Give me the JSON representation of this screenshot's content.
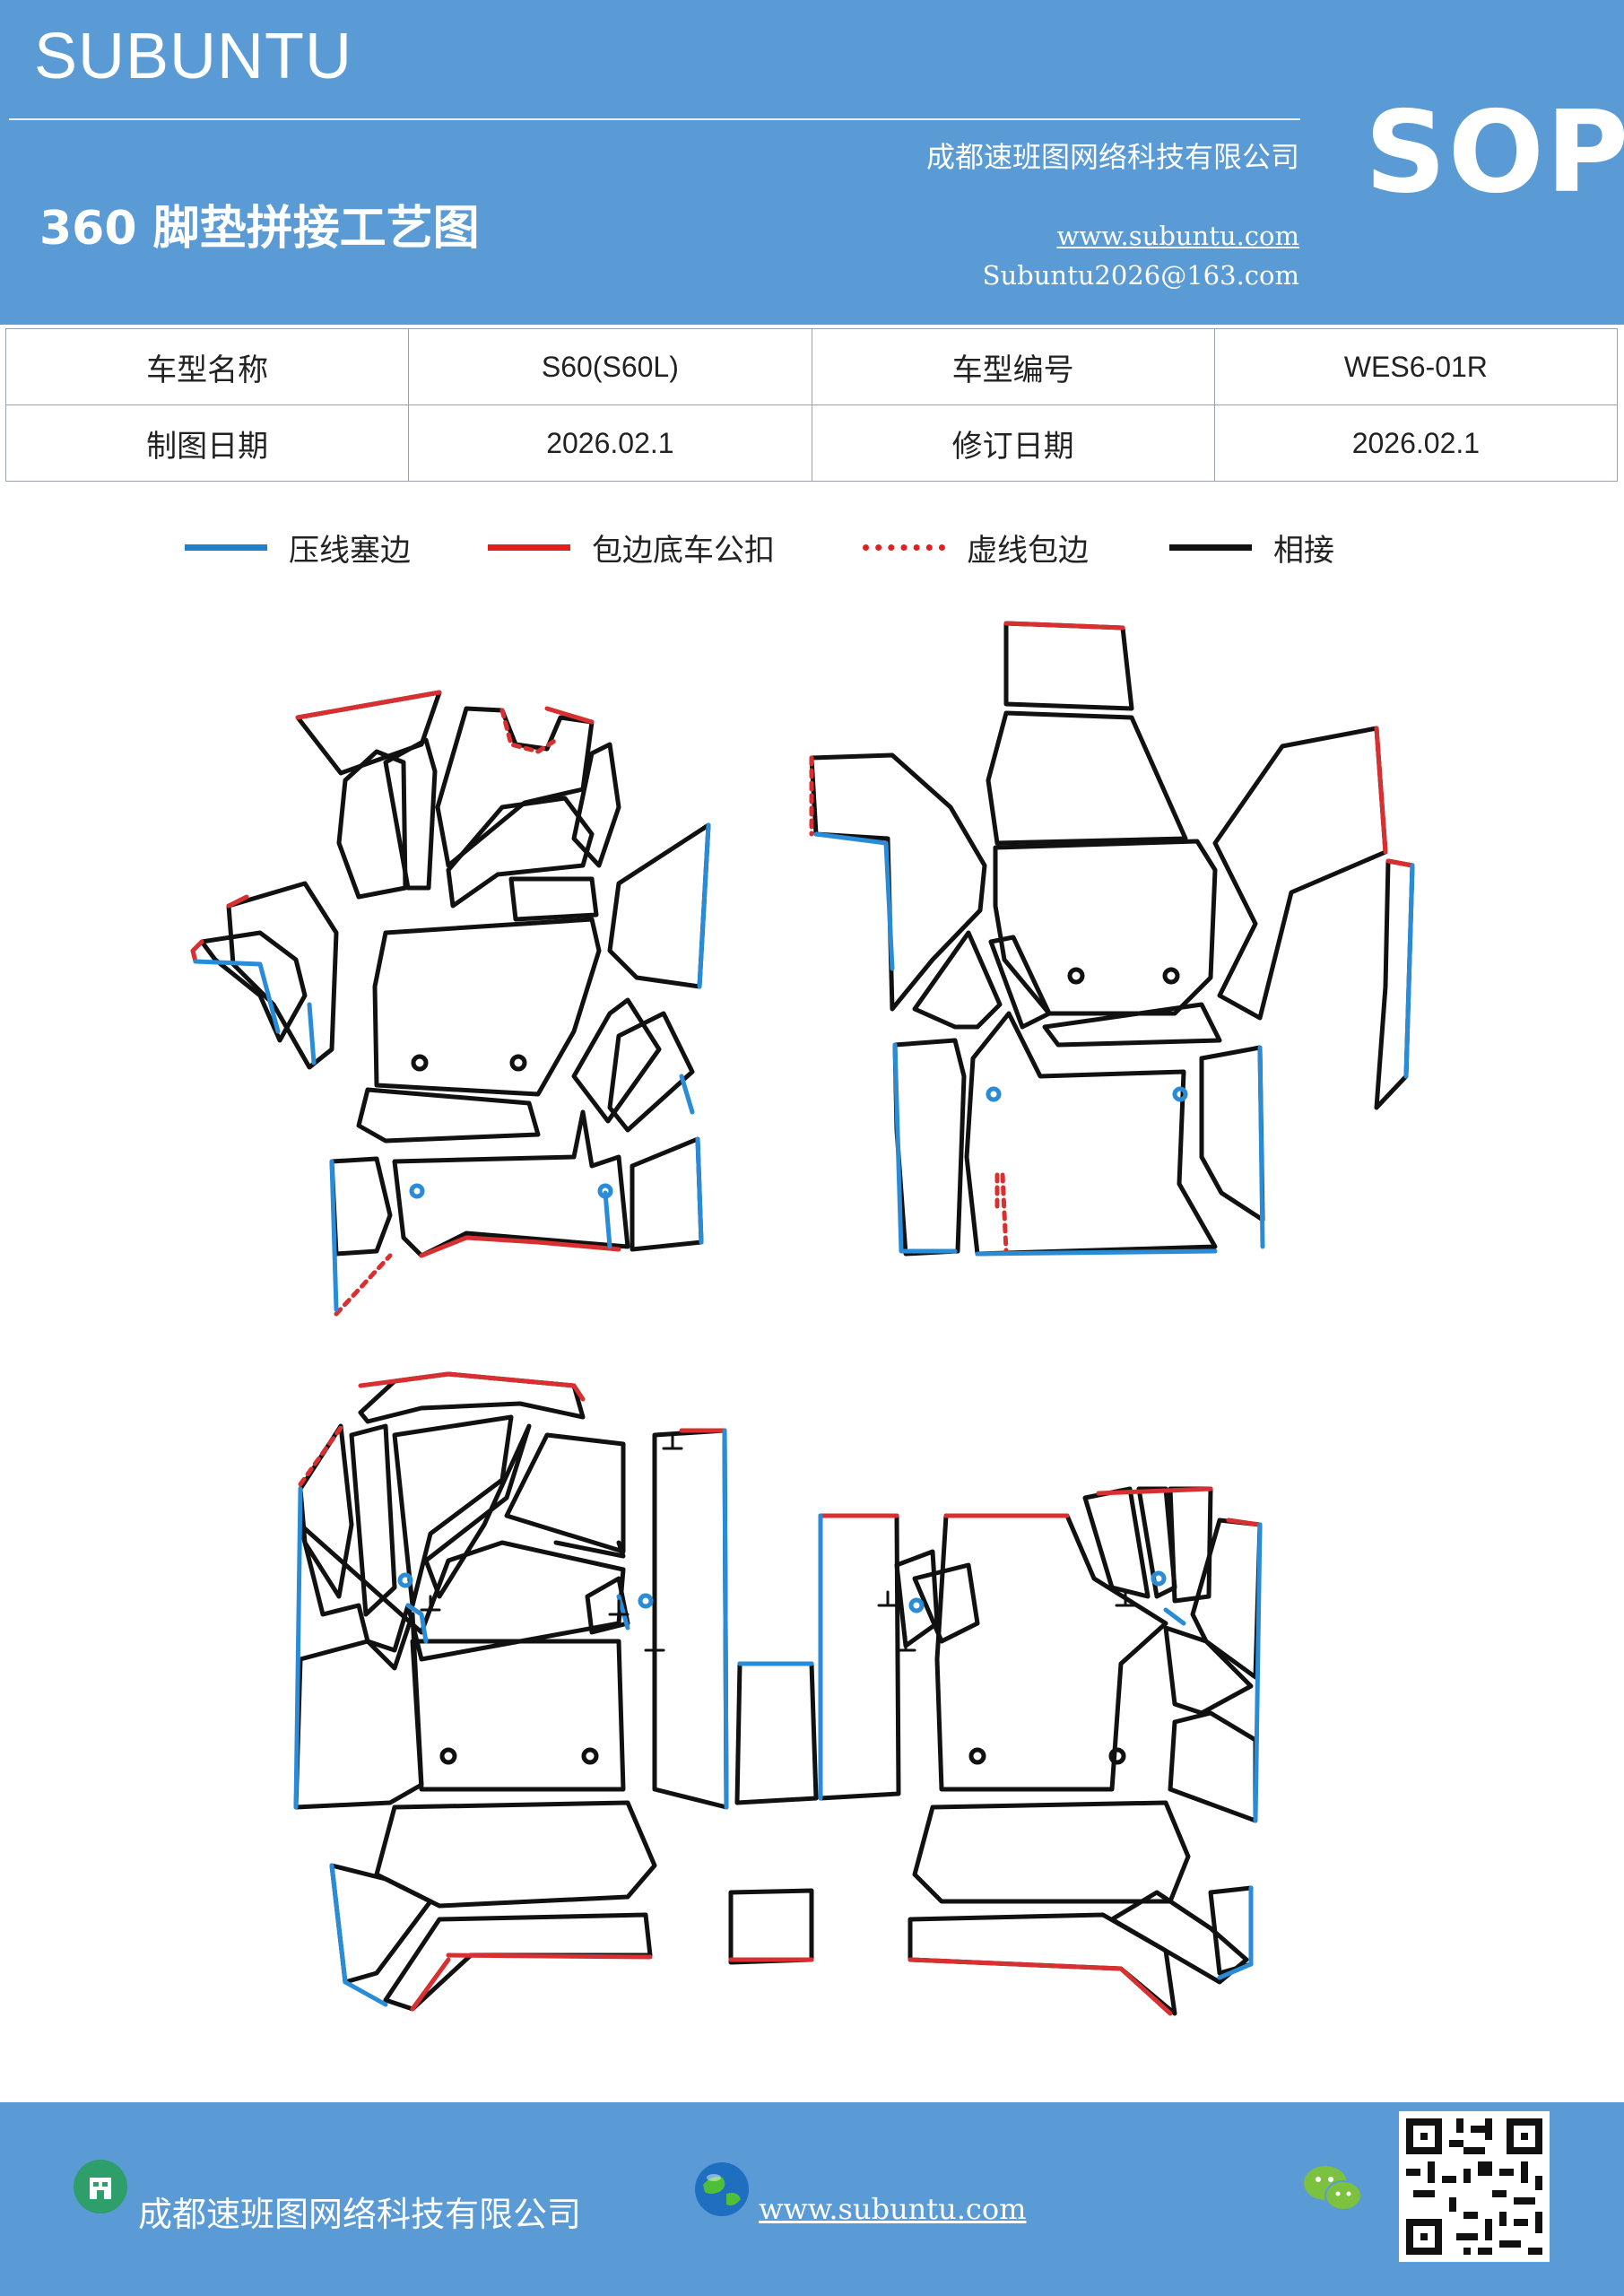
{
  "header": {
    "brand": "SUBUNTU",
    "doc_title": "360 脚垫拼接工艺图",
    "company": "成都速班图网络科技有限公司",
    "website": "www.subuntu.com",
    "email": "Subuntu2026@163.com",
    "badge": "SOP"
  },
  "info": {
    "model_name_label": "车型名称",
    "model_name": "S60(S60L)",
    "model_code_label": "车型编号",
    "model_code": "WES6-01R",
    "draw_date_label": "制图日期",
    "draw_date": "2026.02.1",
    "revise_date_label": "修订日期",
    "revise_date": "2026.02.1"
  },
  "legend": [
    {
      "label": "压线塞边",
      "color": "#1f7fcf",
      "style": "solid"
    },
    {
      "label": "包边底车公扣",
      "color": "#e02020",
      "style": "solid"
    },
    {
      "label": "虚线包边",
      "color": "#e02020",
      "style": "dotted"
    },
    {
      "label": "相接",
      "color": "#111111",
      "style": "solid"
    }
  ],
  "colors": {
    "header_bg": "#5b9bd5",
    "blue_edge": "#2a8bd6",
    "red_edge": "#d83030",
    "black_edge": "#111111"
  },
  "footer": {
    "company": "成都速班图网络科技有限公司",
    "website": "www.subuntu.com",
    "icons": [
      "building-icon",
      "globe-icon",
      "wechat-icon",
      "qr-code"
    ]
  }
}
